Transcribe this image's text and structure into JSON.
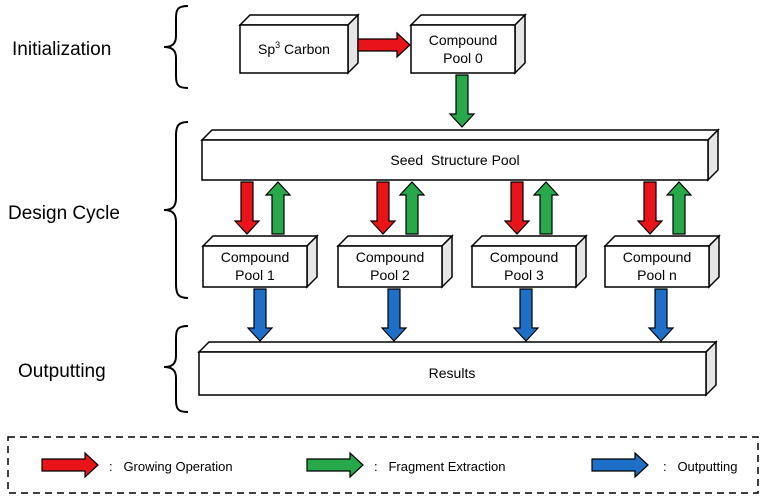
{
  "stages": {
    "initialization": "Initialization",
    "design_cycle": "Design Cycle",
    "outputting": "Outputting"
  },
  "boxes": {
    "sp3_carbon": {
      "base": "Sp",
      "sup": "3",
      "rest": " Carbon"
    },
    "pool0": {
      "line1": "Compound",
      "line2": "Pool 0"
    },
    "seed_pool": "Seed  Structure Pool",
    "pools": [
      {
        "line1": "Compound",
        "line2": "Pool 1"
      },
      {
        "line1": "Compound",
        "line2": "Pool 2"
      },
      {
        "line1": "Compound",
        "line2": "Pool 3"
      },
      {
        "line1": "Compound",
        "line2": "Pool n"
      }
    ],
    "results": "Results"
  },
  "legend": {
    "growing": ":   Growing Operation",
    "fragment": ":   Fragment Extraction",
    "outputting": ":   Outputting"
  },
  "colors": {
    "growing": "#e8141a",
    "fragment": "#27a84a",
    "outputting": "#1e6fc8",
    "box_face": "#ffffff",
    "box_side": "#e6e6e6"
  }
}
